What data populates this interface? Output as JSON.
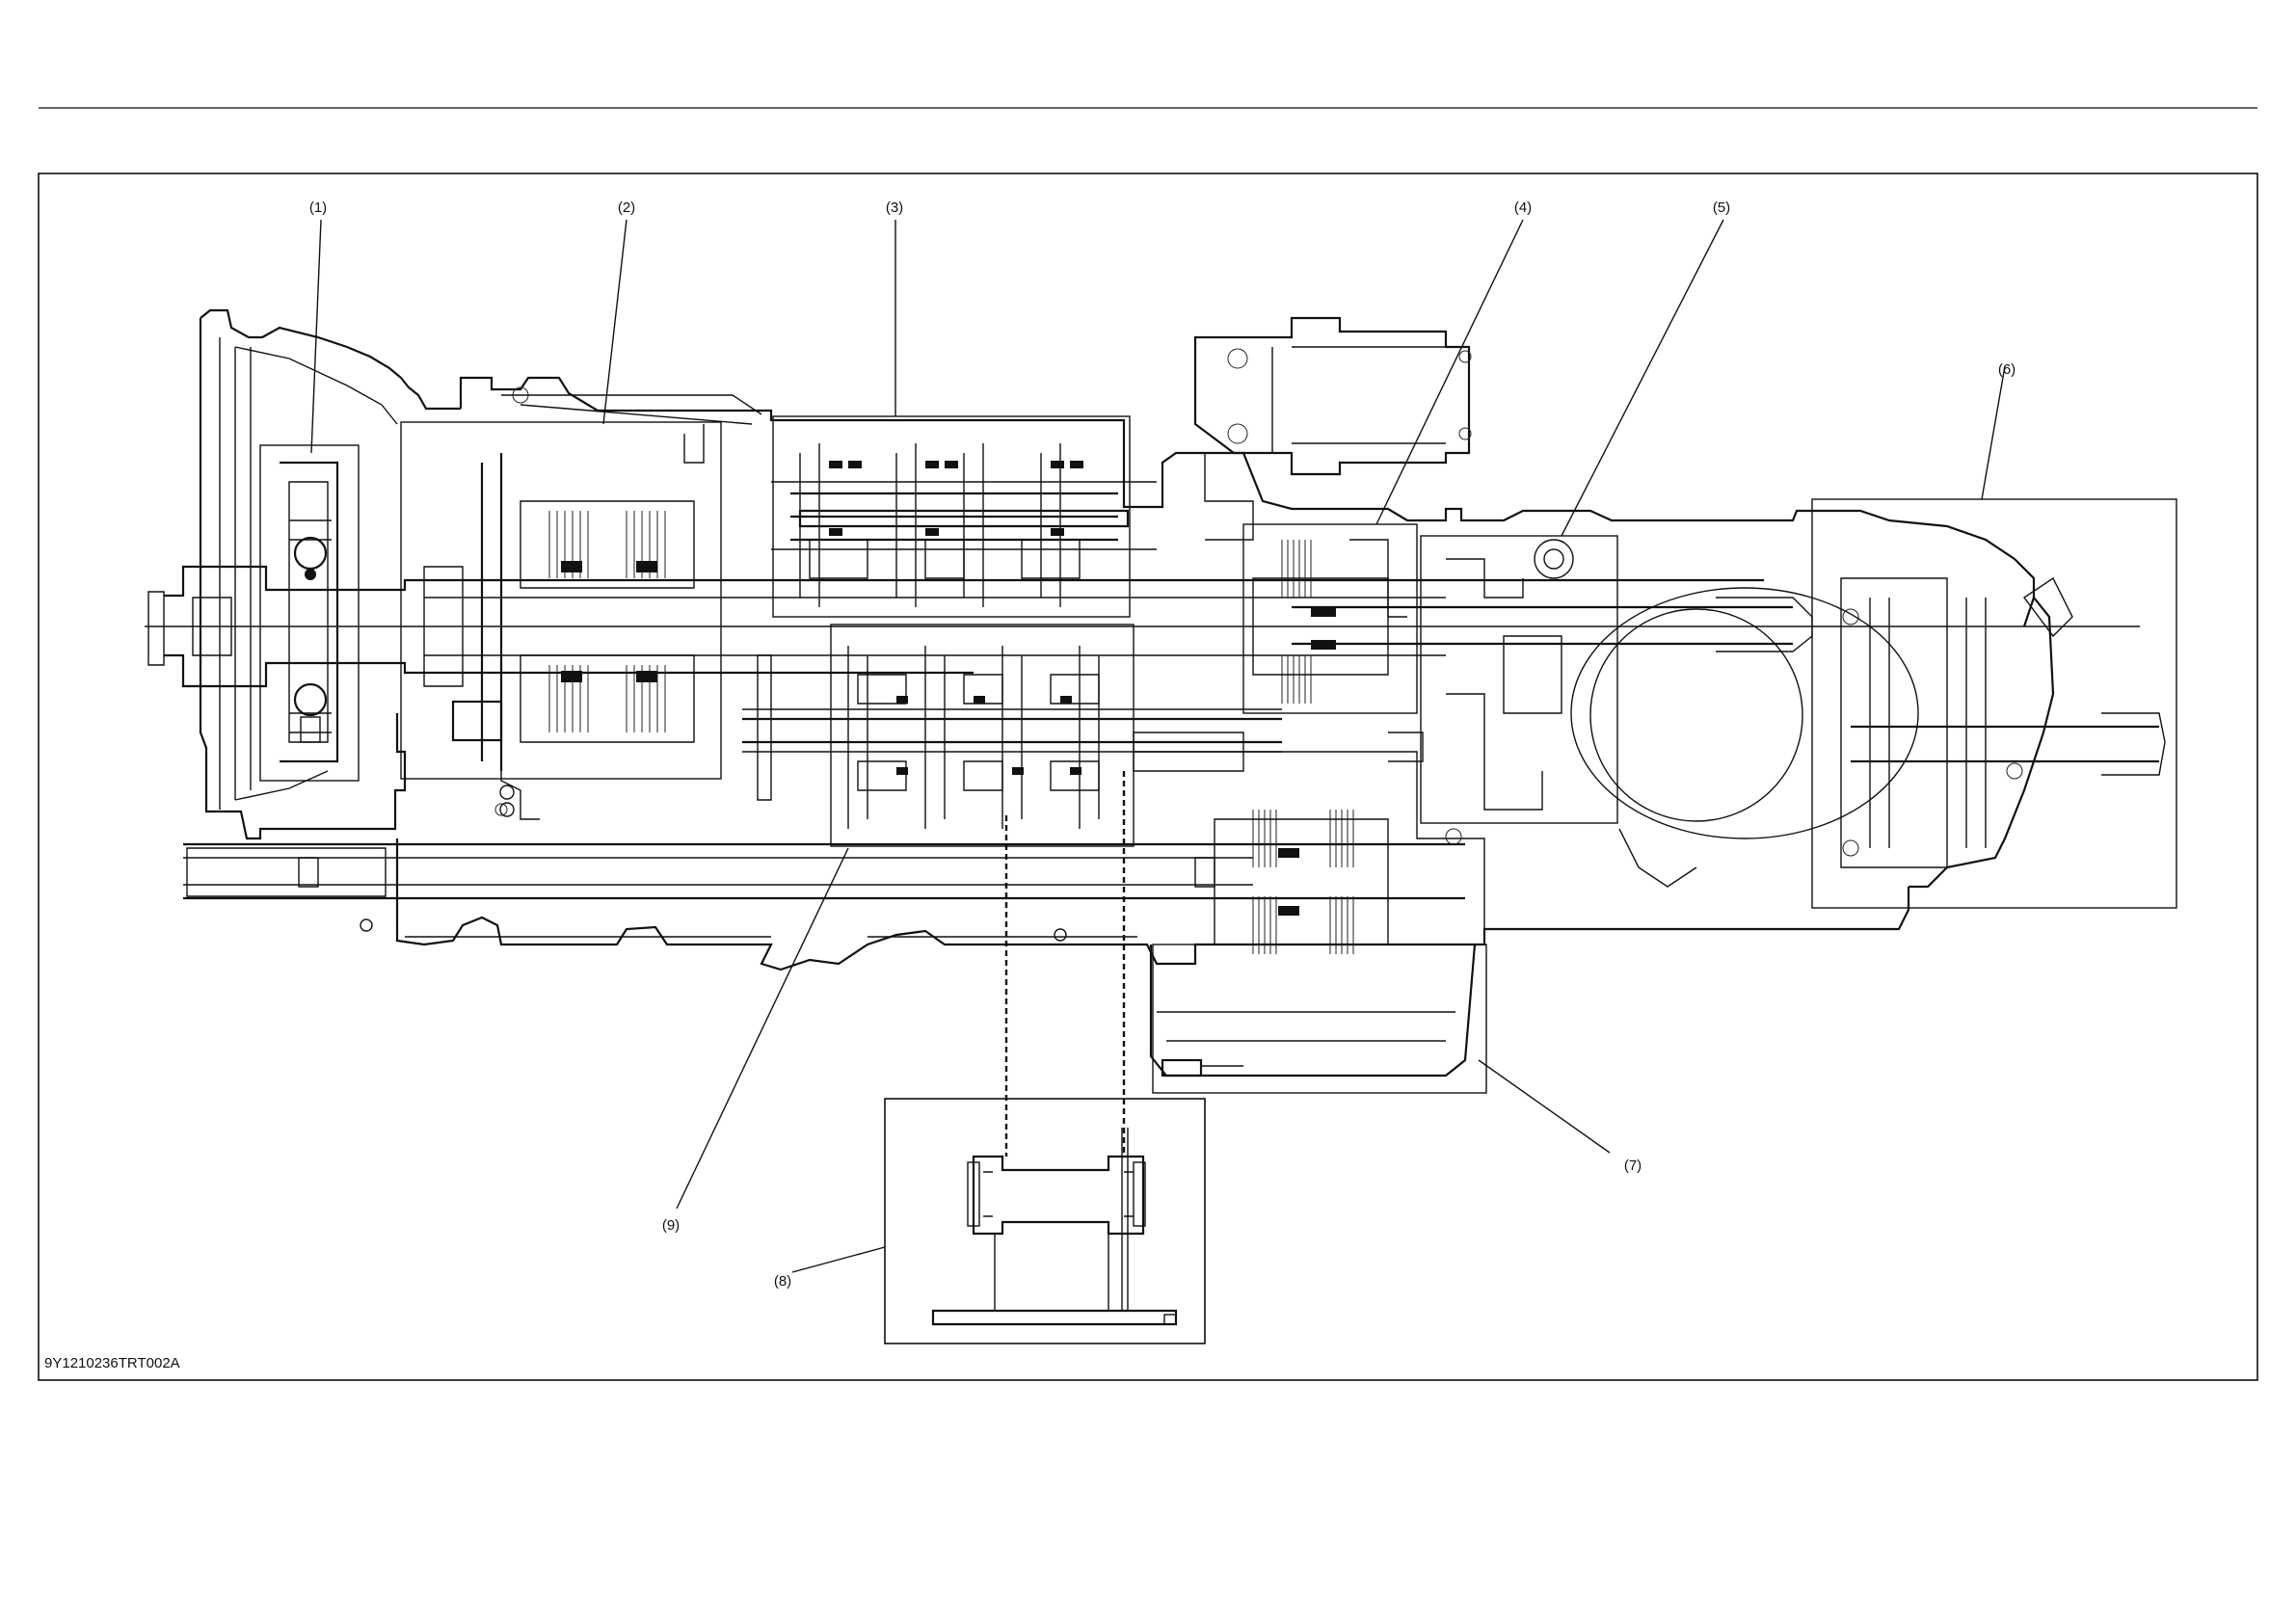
{
  "figure": {
    "figure_id": "9Y1210236TRT002A"
  },
  "callouts": [
    {
      "id": "c1",
      "label": "(1)"
    },
    {
      "id": "c2",
      "label": "(2)"
    },
    {
      "id": "c3",
      "label": "(3)"
    },
    {
      "id": "c4",
      "label": "(4)"
    },
    {
      "id": "c5",
      "label": "(5)"
    },
    {
      "id": "c6",
      "label": "(6)"
    },
    {
      "id": "c7",
      "label": "(7)"
    },
    {
      "id": "c8",
      "label": "(8)"
    },
    {
      "id": "c9",
      "label": "(9)"
    }
  ]
}
